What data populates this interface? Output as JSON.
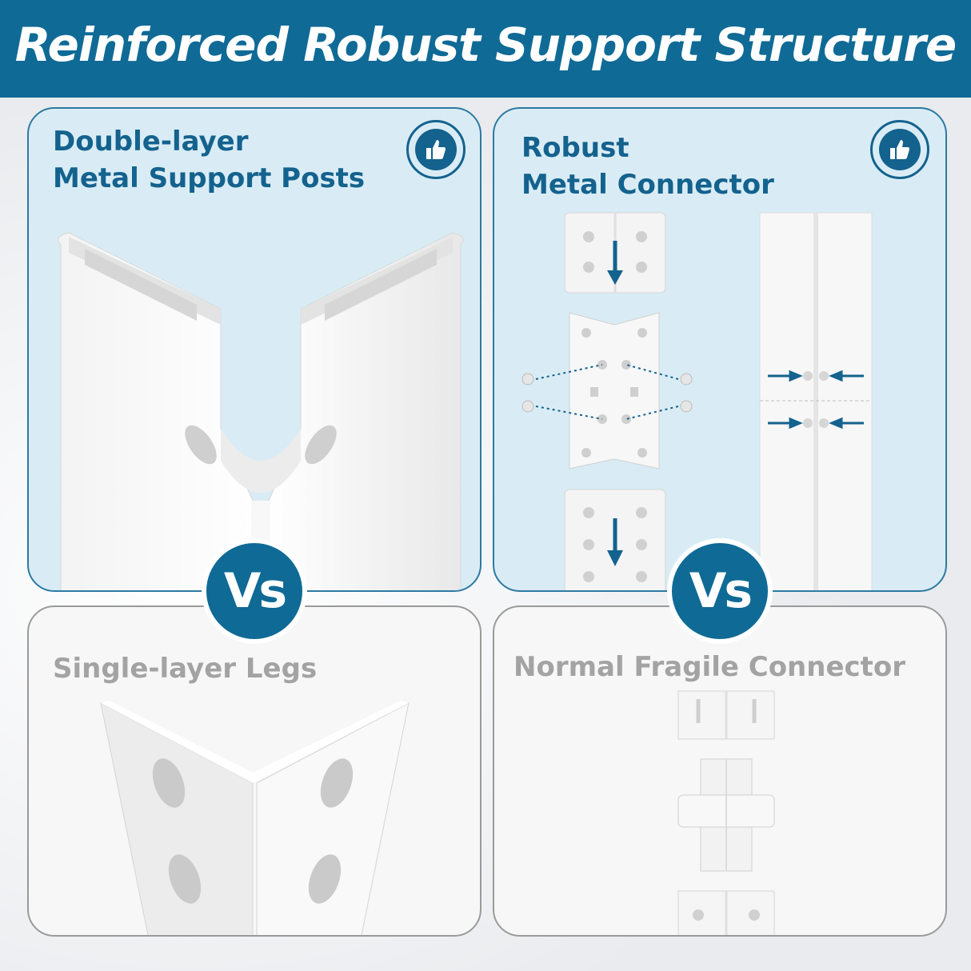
{
  "header": {
    "title": "Reinforced Robust Support Structure"
  },
  "panels": {
    "double_layer": {
      "title_line1": "Double-layer",
      "title_line2": "Metal Support Posts"
    },
    "robust_connector": {
      "title_line1": "Robust",
      "title_line2": "Metal Connector"
    },
    "single_layer": {
      "title": "Single-layer Legs"
    },
    "fragile_connector": {
      "title": "Normal Fragile Connector"
    }
  },
  "vs_badge": {
    "label": "Vs"
  },
  "icons": {
    "approval": "thumbs-up-icon"
  },
  "colors": {
    "brand": "#0f6a96",
    "title_text": "#14628e",
    "muted_text": "#a3a3a3",
    "top_panel_bg": "#d9ecf5"
  }
}
